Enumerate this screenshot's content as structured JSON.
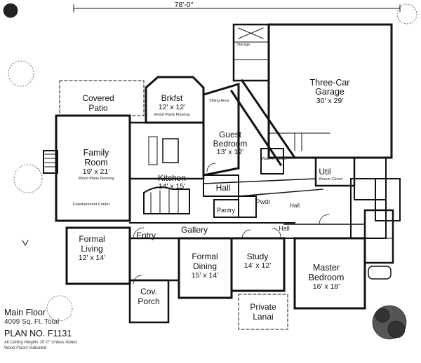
{
  "overall_dimension": "78'-0\"",
  "rooms": {
    "three_car_garage": {
      "name_line1": "Three-Car",
      "name_line2": "Garage",
      "dim": "30' x 29'"
    },
    "covered_patio": {
      "name_line1": "Covered",
      "name_line2": "Patio"
    },
    "brkfst": {
      "name": "Brkfst",
      "dim": "12' x 12'",
      "note": "Wood Plank Flooring"
    },
    "guest_bedroom": {
      "name_line1": "Guest",
      "name_line2": "Bedroom",
      "dim": "13' x 12'"
    },
    "family_room": {
      "name_line1": "Family",
      "name_line2": "Room",
      "dim": "19' x 21'",
      "note": "Wood Plank Flooring"
    },
    "kitchen": {
      "name": "Kitchen",
      "dim": "14' x 15'"
    },
    "util": {
      "name": "Util"
    },
    "hall_upper": {
      "name": "Hall"
    },
    "hall_center": {
      "name": "Hall"
    },
    "hall_lower": {
      "name": "Hall"
    },
    "pantry": {
      "name": "Pantry"
    },
    "pwdr": {
      "name": "Pwdr"
    },
    "gallery": {
      "name": "Gallery"
    },
    "entry": {
      "name": "Entry"
    },
    "formal_living": {
      "name_line1": "Formal",
      "name_line2": "Living",
      "dim": "12' x 14'"
    },
    "formal_dining": {
      "name_line1": "Formal",
      "name_line2": "Dining",
      "dim": "15' x 14'"
    },
    "study": {
      "name": "Study",
      "dim": "14' x 12'"
    },
    "master_bedroom": {
      "name_line1": "Master",
      "name_line2": "Bedroom",
      "dim": "16' x 18'"
    },
    "cov_porch": {
      "name_line1": "Cov.",
      "name_line2": "Porch"
    },
    "private_lanai": {
      "name_line1": "Private",
      "name_line2": "Lanai"
    }
  },
  "small_labels": {
    "sitting_area": "Sitting Area",
    "entertainment_center": "Entertainment Center",
    "walk_in": "Walk-in Closet",
    "broom_closet": "Broom Closet",
    "storage": "Storage"
  },
  "title_block": {
    "main_floor": "Main Floor",
    "sq_ft": "4099 Sq. Ft. Total",
    "plan_no": "PLAN NO. F1131",
    "notes": [
      "All Ceiling Heights 10'-0\" Unless Noted",
      "Wood Floors Indicated"
    ]
  },
  "colors": {
    "line": "#111111",
    "background": "#ffffff"
  },
  "icons": [
    "tree-icon",
    "fireplace-icon",
    "stair-icon",
    "door-swing-icon",
    "tub-icon"
  ]
}
